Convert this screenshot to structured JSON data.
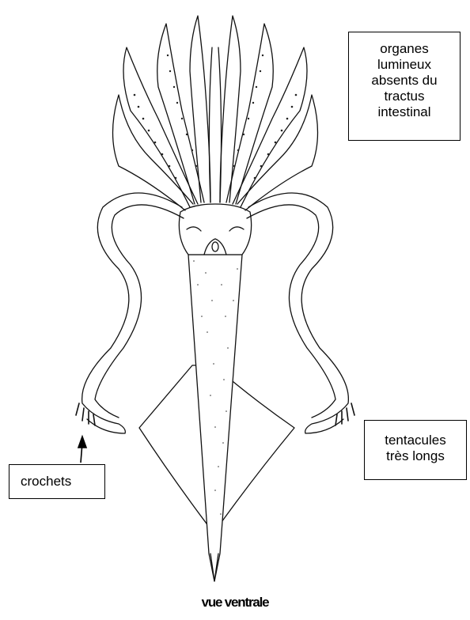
{
  "labels": {
    "organes": [
      "organes",
      "lumineux",
      "absents du",
      "tractus",
      "intestinal"
    ],
    "tentacules": [
      "tentacules",
      "très longs"
    ],
    "crochets": "crochets"
  },
  "caption": "vue ventrale"
}
